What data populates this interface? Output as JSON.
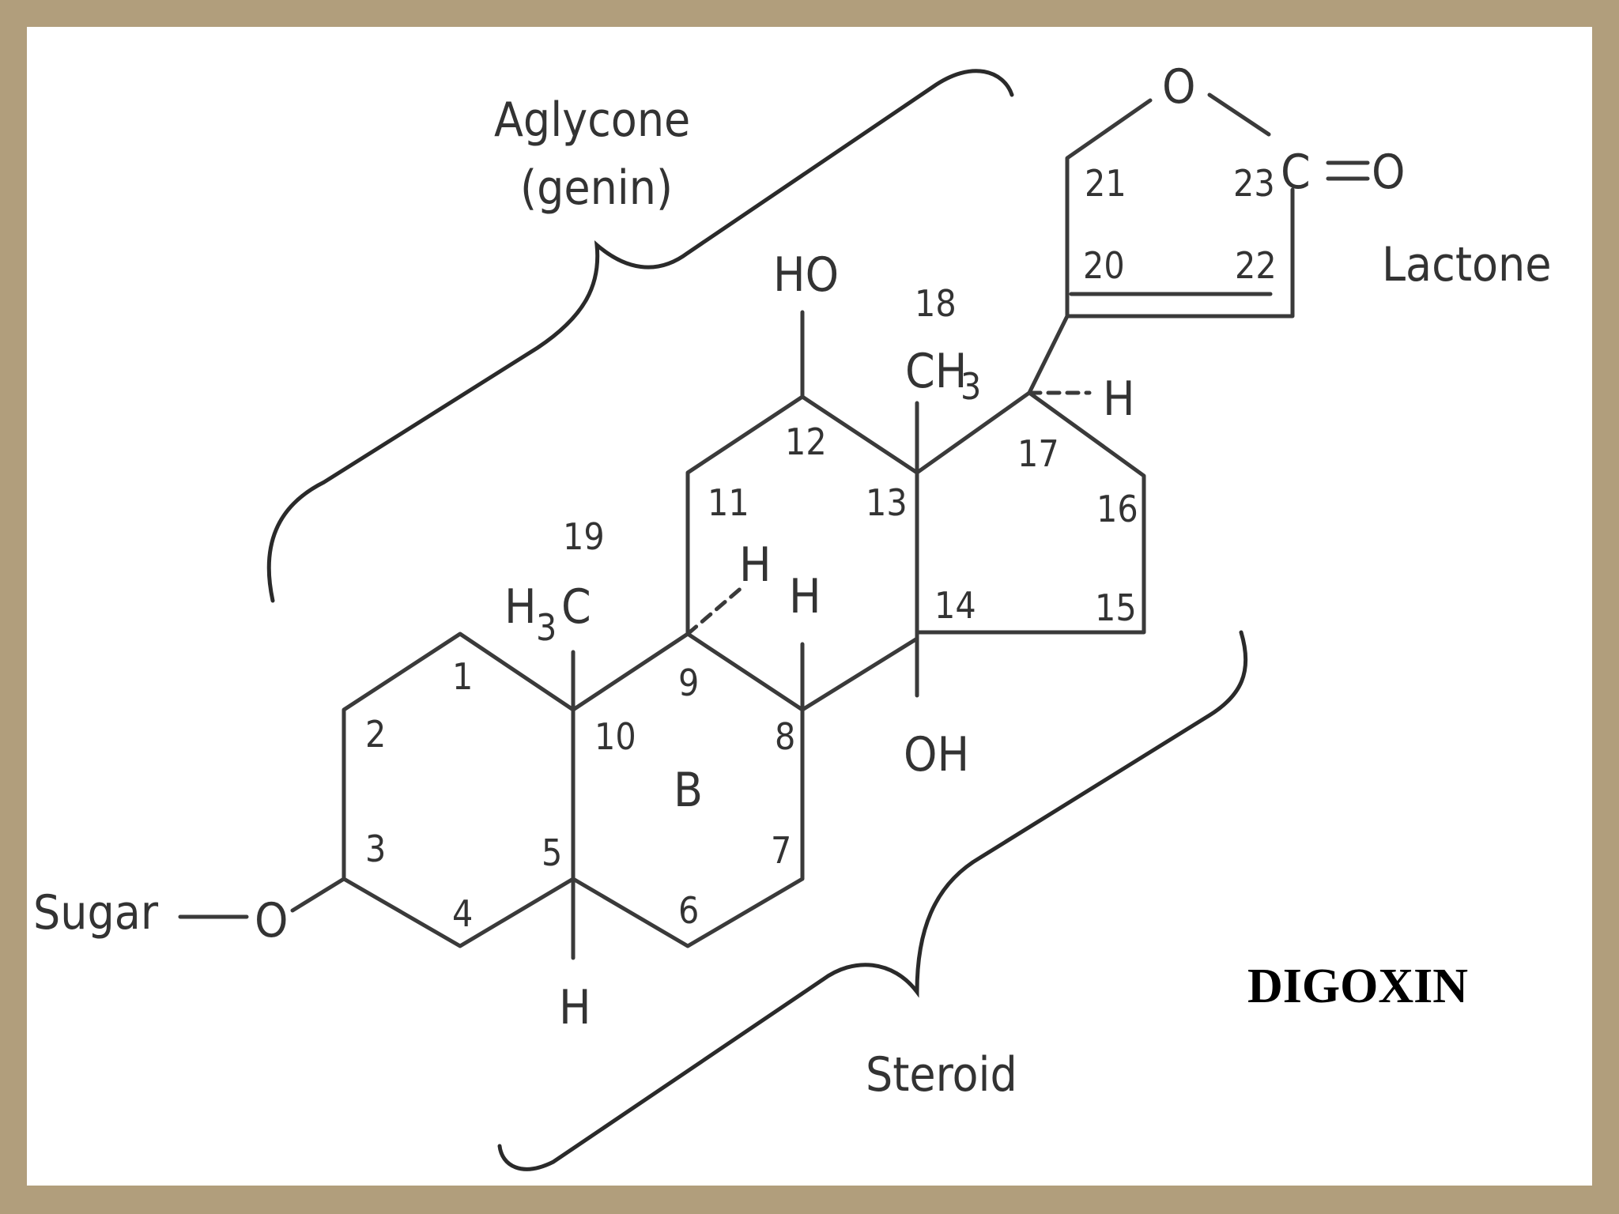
{
  "labels": {
    "aglycone": "Aglycone",
    "genin": "(genin)",
    "lactone": "Lactone",
    "steroid": "Steroid",
    "sugar": "Sugar",
    "digoxin": "DIGOXIN"
  },
  "atoms": {
    "o_ring": "O",
    "o_carbonyl": "O",
    "c23": "C",
    "ho12": "HO",
    "ch3": "CH",
    "ch3_sub": "3",
    "h17": "H",
    "h9": "H",
    "h8": "H",
    "h3c_h": "H",
    "h3c_sub": "3",
    "h3c_c": "C",
    "oh14": "OH",
    "o_sugar": "O",
    "h5": "H",
    "ring_b": "B"
  },
  "numbers": {
    "n1": "1",
    "n2": "2",
    "n3": "3",
    "n4": "4",
    "n5": "5",
    "n6": "6",
    "n7": "7",
    "n8": "8",
    "n9": "9",
    "n10": "10",
    "n11": "11",
    "n12": "12",
    "n13": "13",
    "n14": "14",
    "n15": "15",
    "n16": "16",
    "n17": "17",
    "n18": "18",
    "n19": "19",
    "n20": "20",
    "n21": "21",
    "n22": "22",
    "n23": "23"
  },
  "colors": {
    "frame": "#b19e7c",
    "paper": "#ffffff",
    "ink": "#333333"
  }
}
